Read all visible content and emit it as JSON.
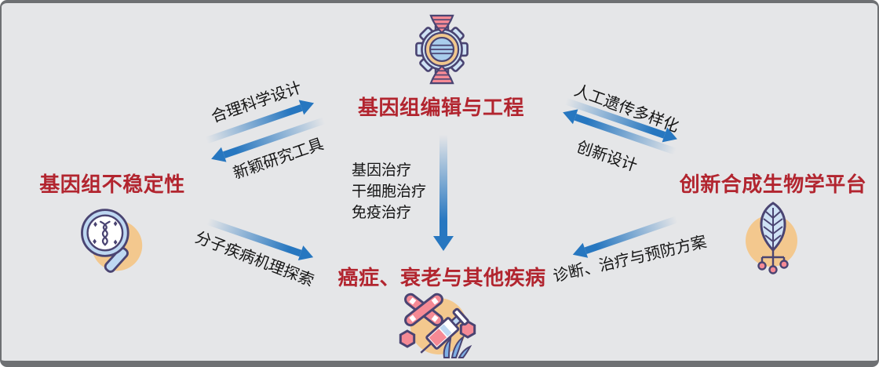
{
  "diagram_title": "",
  "nodes": {
    "genome_editing": {
      "label": "基因组编辑与工程",
      "icon": "gear-dna-icon"
    },
    "genome_instability": {
      "label": "基因组不稳定性",
      "icon": "magnifier-dna-icon"
    },
    "synthetic_biology": {
      "label": "创新合成生物学平台",
      "icon": "circuit-leaf-icon"
    },
    "diseases": {
      "label": "癌症、衰老与其他疾病",
      "icon": "chromosome-syringe-icon"
    }
  },
  "edges": {
    "rational_design": {
      "from": "genome_instability",
      "to": "genome_editing",
      "label": "合理科学设计"
    },
    "novel_tools": {
      "from": "genome_editing",
      "to": "genome_instability",
      "label": "新颖研究工具"
    },
    "genetic_diversification": {
      "from": "genome_editing",
      "to": "synthetic_biology",
      "label": "人工遗传多样化"
    },
    "innovative_design": {
      "from": "synthetic_biology",
      "to": "genome_editing",
      "label": "创新设计"
    },
    "therapies": {
      "from": "genome_editing",
      "to": "diseases",
      "lines": [
        "基因治疗",
        "干细胞治疗",
        "免疫治疗"
      ]
    },
    "molecular_mechanism": {
      "from": "genome_instability",
      "to": "diseases",
      "label": "分子疾病机理探索"
    },
    "diagnosis_prevention": {
      "from": "synthetic_biology",
      "to": "diseases",
      "label": "诊断、治疗与预防方案"
    }
  },
  "colors": {
    "background": "#e5e6e8",
    "border": "#6e7073",
    "title_red": "#b2252f",
    "label_black": "#141414",
    "arrow_blue": "#2777c0",
    "icon_outline": "#4a4472",
    "icon_light_blue": "#cfe2f5",
    "icon_pink": "#f58a95",
    "icon_tan": "#f0c78e",
    "icon_orange_circle": "#f3c88e"
  }
}
